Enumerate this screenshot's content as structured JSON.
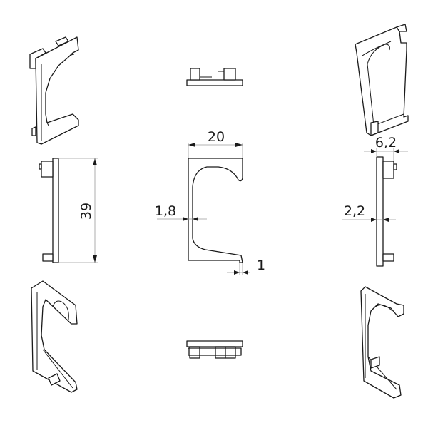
{
  "drawing": {
    "title": "End cap technical drawing",
    "dimensions": {
      "width": "20",
      "height": "39",
      "wall_thickness": "1,8",
      "lip": "1",
      "depth": "6,2",
      "plate_thickness": "2,2"
    },
    "colors": {
      "line": "#1a1a1a",
      "dimension_line": "#9a9a9a"
    }
  }
}
